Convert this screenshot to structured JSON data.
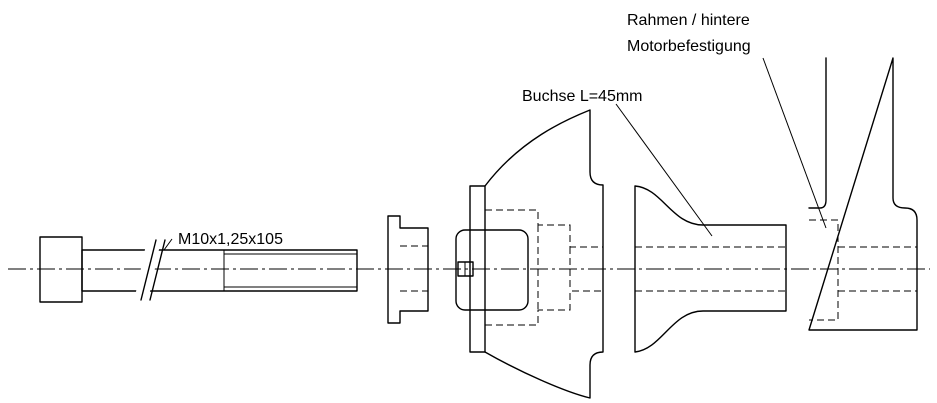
{
  "labels": {
    "bolt": "M10x1,25x105",
    "bushing": "Buchse L=45mm",
    "frame_line1": "Rahmen / hintere",
    "frame_line2": "Motorbefestigung"
  }
}
